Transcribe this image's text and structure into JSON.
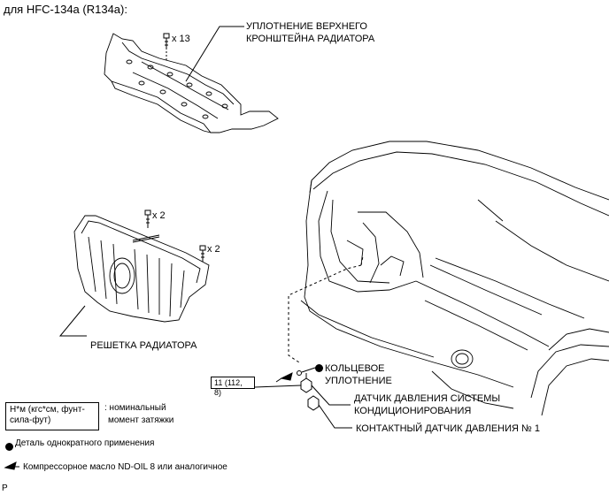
{
  "header": {
    "title": "для HFC-134a (R134a):"
  },
  "labels": {
    "upper_seal": [
      "УПЛОТНЕНИЕ ВЕРХНЕГО",
      "КРОНШТЕЙНА РАДИАТОРА"
    ],
    "bolt_count_13": "x 13",
    "bolt_count_2a": "x 2",
    "bolt_count_2b": "x 2",
    "grille": "РЕШЕТКА РАДИАТОРА",
    "o_ring": [
      "КОЛЬЦЕВОЕ",
      "УПЛОТНЕНИЕ"
    ],
    "ac_sensor": [
      "ДАТЧИК ДАВЛЕНИЯ СИСТЕМЫ",
      "КОНДИЦИОНИРОВАНИЯ"
    ],
    "pressure_switch": "КОНТАКТНЫЙ ДАТЧИК ДАВЛЕНИЯ № 1",
    "torque_value": "11 (112, 8)"
  },
  "legend": {
    "torque_box": [
      "Н*м (кгс*см, фунт-",
      "сила-фут)"
    ],
    "torque_desc": [
      ": номинальный",
      "момент затяжки"
    ],
    "single_use": "Деталь однократного применения",
    "oil": "Компрессорное масло ND-OIL 8 или аналогичное"
  },
  "footer": {
    "code": "P"
  },
  "colors": {
    "ink": "#000000",
    "background": "#ffffff"
  }
}
